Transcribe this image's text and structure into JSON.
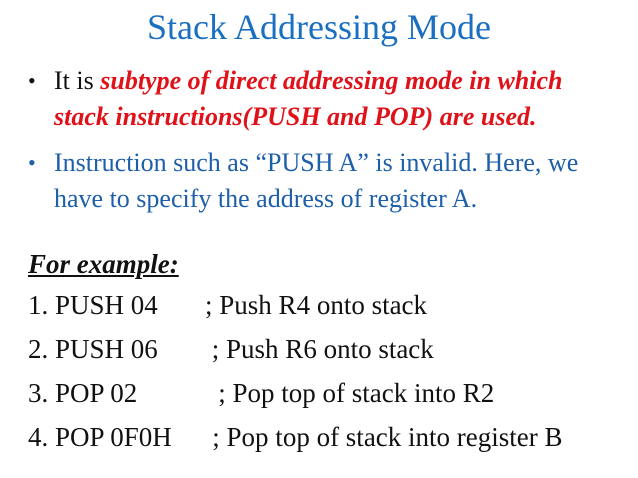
{
  "slide": {
    "title": "Stack Addressing Mode",
    "bullet_char": "•",
    "bullets": {
      "first": {
        "prefix": "It is ",
        "emphasis": "subtype of direct addressing mode in which stack instructions(PUSH and POP) are used."
      },
      "second": {
        "text": "Instruction such as  “PUSH A” is invalid. Here, we have to specify the address of register A."
      }
    },
    "example_heading": "For example:",
    "example_lines": {
      "line1": "1. PUSH 04       ; Push R4 onto stack",
      "line2": "2. PUSH 06        ; Push R6 onto stack",
      "line3": "3. POP 02            ; Pop top of stack into R2",
      "line4": "4. POP 0F0H      ; Pop top of stack into register B"
    },
    "colors": {
      "title_blue": "#1b6fc0",
      "body_blue": "#1d5fa8",
      "accent_red": "#e01219",
      "text_black": "#111111",
      "background": "#ffffff"
    }
  }
}
